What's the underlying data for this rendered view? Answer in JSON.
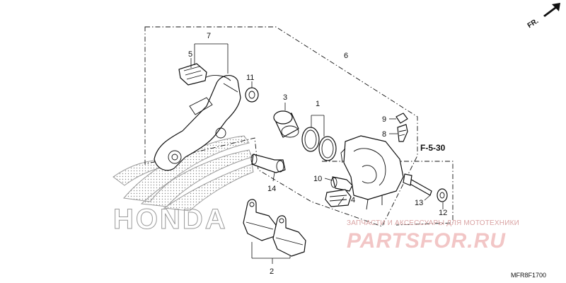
{
  "callouts": {
    "c1": "1",
    "c2": "2",
    "c3": "3",
    "c4": "4",
    "c5": "5",
    "c6": "6",
    "c7": "7",
    "c8": "8",
    "c9": "9",
    "c10": "10",
    "c11": "11",
    "c12": "12",
    "c13": "13",
    "c14": "14"
  },
  "reference": "F-5-30",
  "direction": "FR.",
  "brand_logo_text": "HONDA",
  "diagram_code": "MFR8F1700",
  "watermark": {
    "top_line": "ЗАПЧАСТИ И АКСЕССУАРЫ ДЛЯ МОТОТЕХНИКИ",
    "brand": "PARTSFOR.RU"
  },
  "colors": {
    "line": "#111111",
    "watermark": "#f2c6c6",
    "watermark_text": "#d9a3a3",
    "logo_gray": "#9a9a9a"
  }
}
